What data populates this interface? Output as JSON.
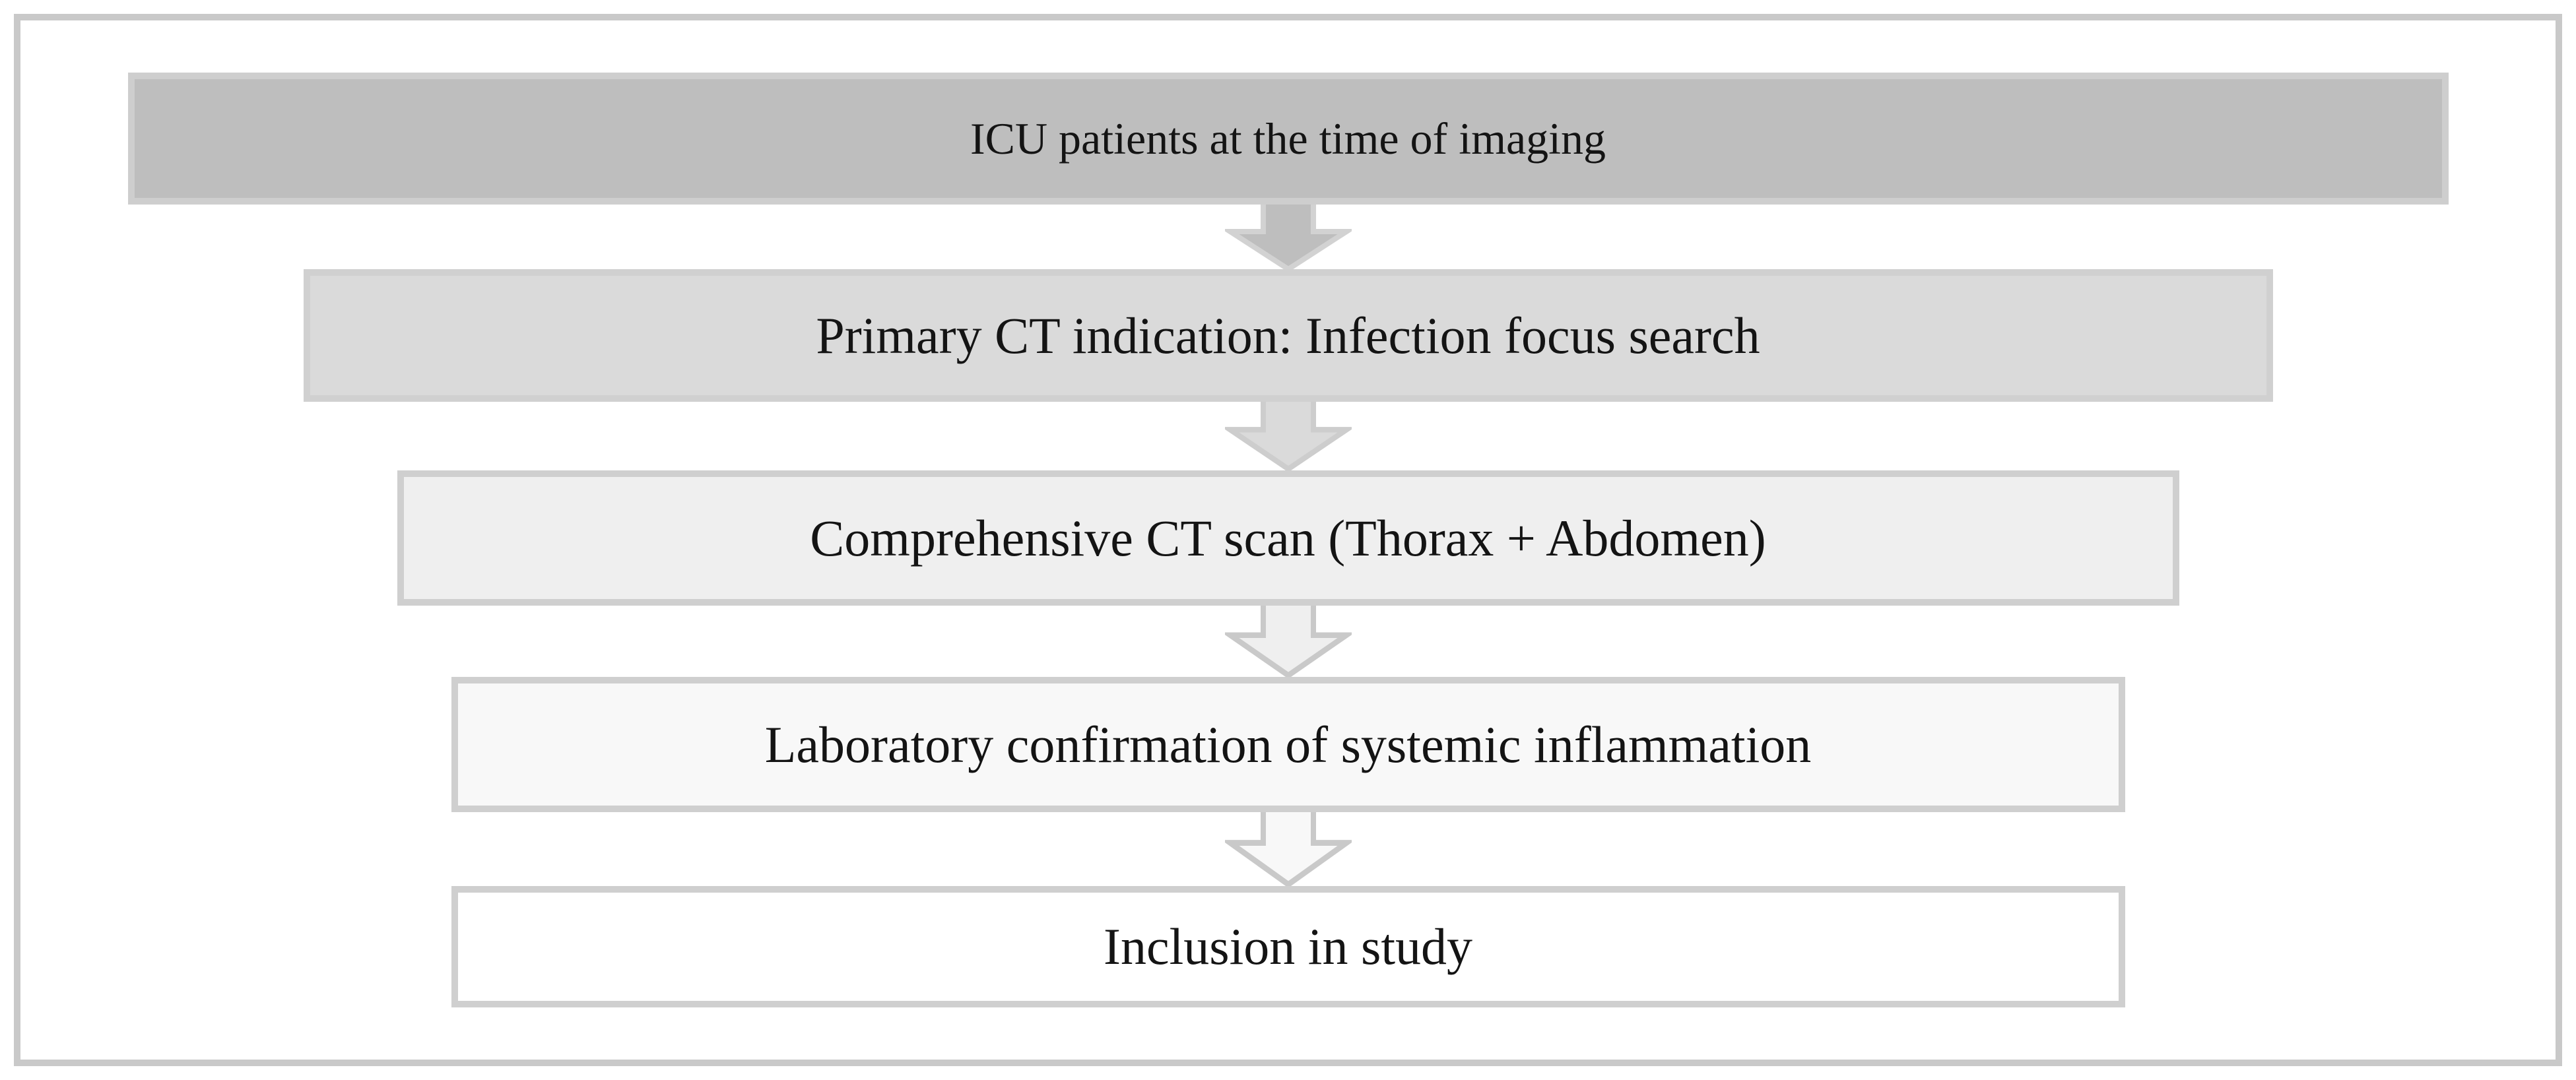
{
  "figure": {
    "type": "flowchart",
    "orientation": "vertical",
    "background": "#ffffff",
    "frame_border_color": "#c9c9c9",
    "text_color": "#141414",
    "steps": [
      {
        "label": "ICU patients at the time of imaging",
        "fill": "#bebebe",
        "border": "#cecece"
      },
      {
        "label": "Primary CT indication: Infection focus search",
        "fill": "#dadada",
        "border": "#d0d0d0"
      },
      {
        "label": "Comprehensive CT scan (Thorax + Abdomen)",
        "fill": "#efefef",
        "border": "#cfcfcf"
      },
      {
        "label": "Laboratory confirmation of systemic inflammation",
        "fill": "#f8f8f8",
        "border": "#cfcfcf"
      },
      {
        "label": "Inclusion in study",
        "fill": "#ffffff",
        "border": "#cfcfcf"
      }
    ],
    "arrows": [
      {
        "direction": "down",
        "fill": "#bebebe",
        "stroke": "#d2d2d2"
      },
      {
        "direction": "down",
        "fill": "#dadada",
        "stroke": "#cdcdcd"
      },
      {
        "direction": "down",
        "fill": "#efefef",
        "stroke": "#c9c9c9"
      },
      {
        "direction": "down",
        "fill": "#f8f8f8",
        "stroke": "#c9c9c9"
      }
    ]
  }
}
